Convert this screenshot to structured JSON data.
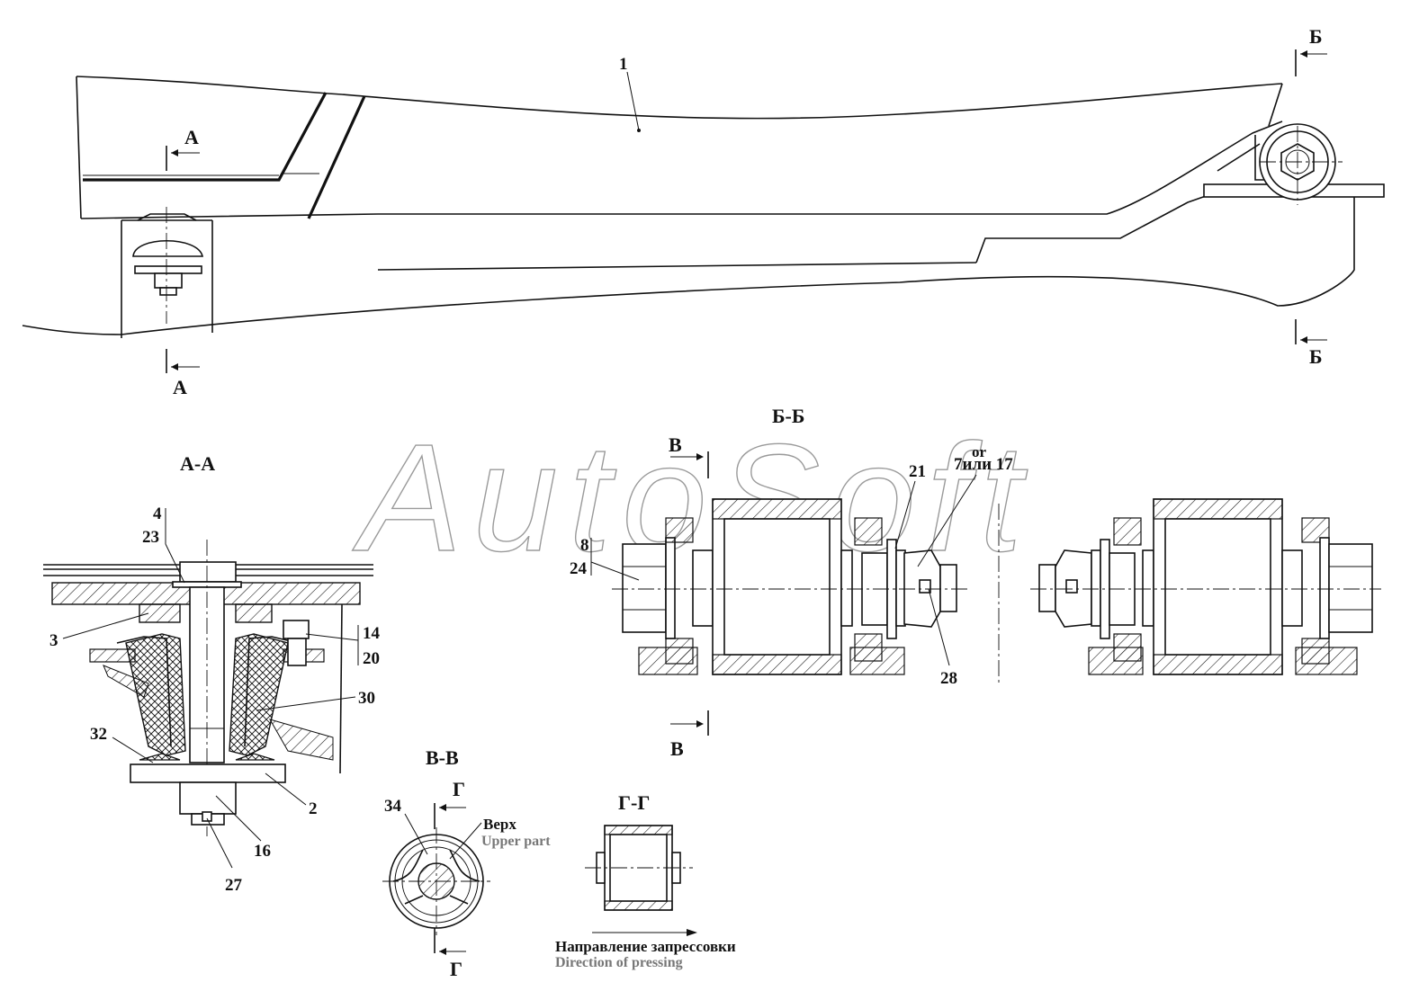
{
  "labels": {
    "part1": "1",
    "part2": "2",
    "part3": "3",
    "part4": "4",
    "part8": "8",
    "part14": "14",
    "part16": "16",
    "part20": "20",
    "part21": "21",
    "part23": "23",
    "part24": "24",
    "part27": "27",
    "part28": "28",
    "part30": "30",
    "part32": "32",
    "part34": "34",
    "part7or17": "7или 17",
    "or_en": "or"
  },
  "sections": {
    "a": "А",
    "b": "Б",
    "v": "В",
    "g": "Г",
    "aa": "А-А",
    "bb": "Б-Б",
    "vv": "В-В",
    "gg": "Г-Г"
  },
  "captions": {
    "upper_ru": "Верх",
    "upper_en": "Upper part",
    "direction_ru": "Направление запрессовки",
    "direction_en": "Direction of pressing"
  },
  "watermark": "AutoSoft"
}
